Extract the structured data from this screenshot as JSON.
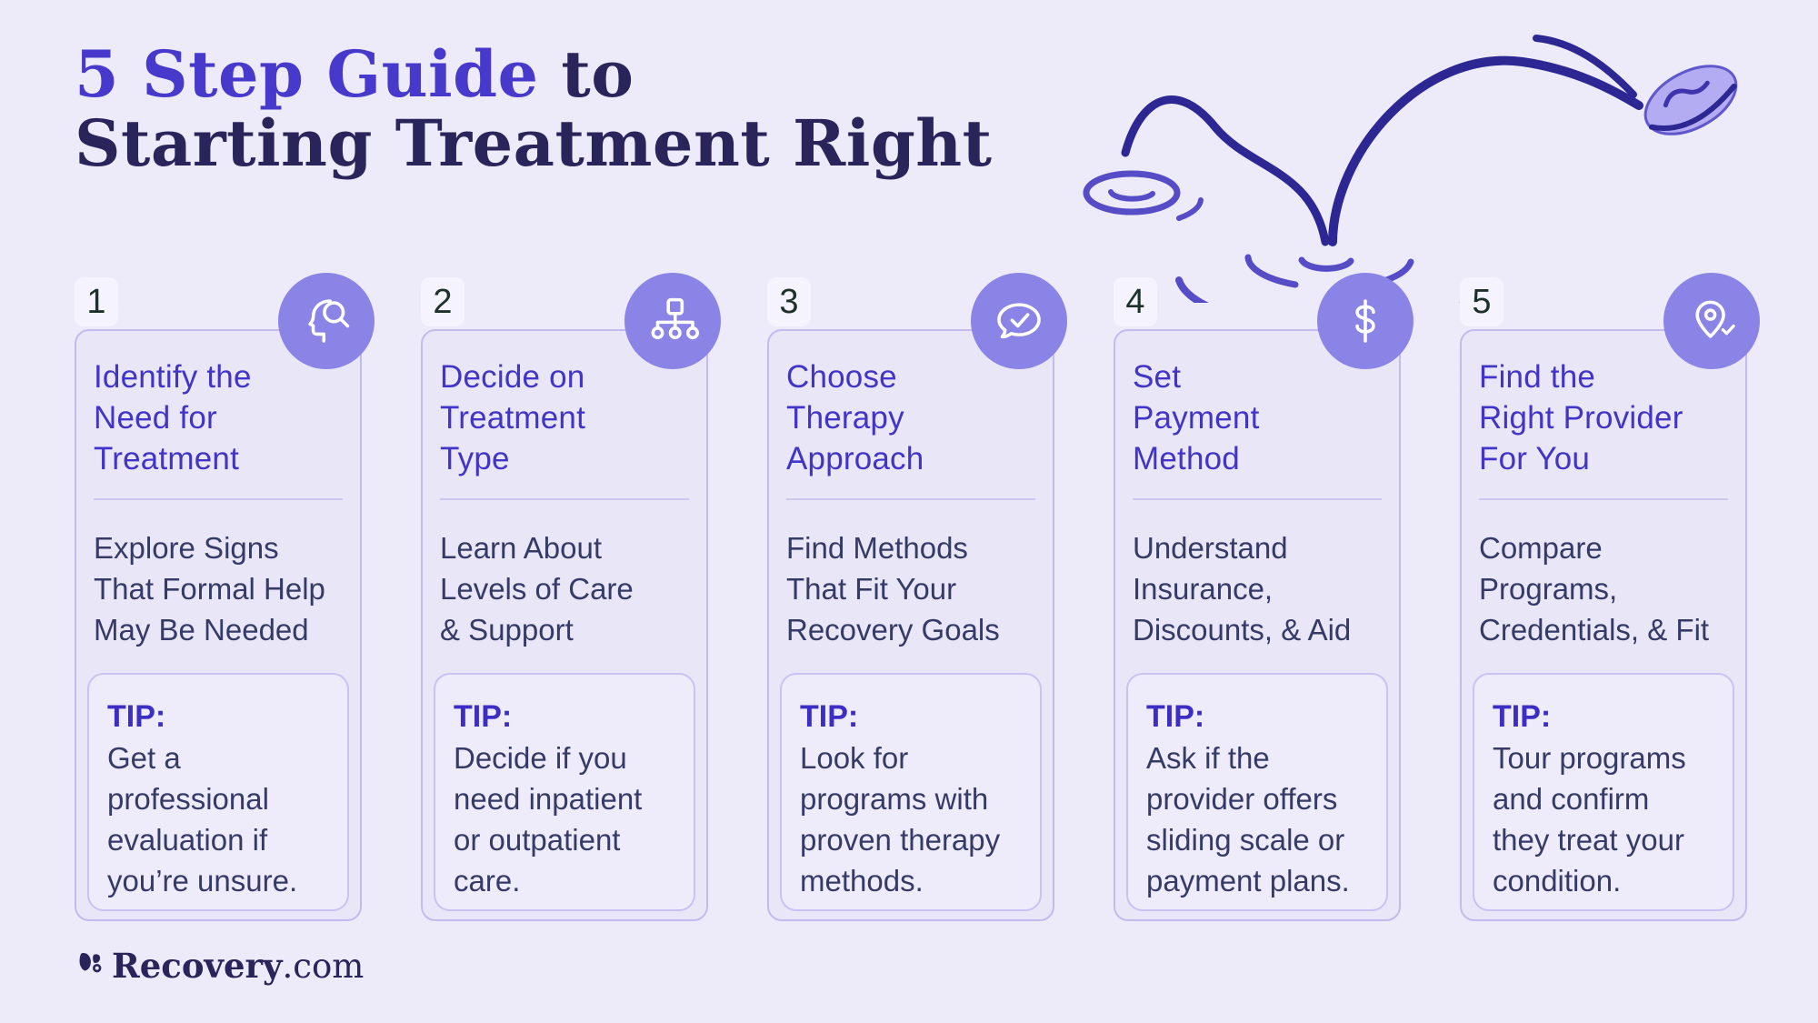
{
  "header": {
    "title_highlight": "5 Step Guide",
    "title_rest": " to",
    "title_line2": "Starting Treatment Right"
  },
  "footer": {
    "brand": "Recovery",
    "brand_tld": ".com"
  },
  "colors": {
    "background": "#edeafa",
    "accent_indigo": "#4639cb",
    "navy": "#29245a",
    "step_title_purple": "#4134c6",
    "body_slate": "#353b66",
    "tip_label_purple": "#3c2ec2",
    "number_dark_green": "#1c3129",
    "icon_circle_purple": "#8b84e7",
    "card_background": "#e9e6f8",
    "card_border": "#c3bbee",
    "illustration_dark": "#2d2793",
    "illustration_ripple": "#554cc6",
    "stone_fill": "#b3acf2"
  },
  "steps": [
    {
      "number": "1",
      "icon": "head-magnifier",
      "title": "Identify the\nNeed for\nTreatment",
      "description": "Explore Signs\nThat Formal Help\nMay Be Needed",
      "tip_label": "TIP:",
      "tip_text": "Get a\nprofessional\nevaluation if\nyou’re unsure."
    },
    {
      "number": "2",
      "icon": "care-levels-hierarchy",
      "title": "Decide on\nTreatment\nType",
      "description": "Learn About\nLevels of Care\n& Support",
      "tip_label": "TIP:",
      "tip_text": "Decide if you\nneed inpatient\nor outpatient\ncare."
    },
    {
      "number": "3",
      "icon": "speech-bubble-check",
      "title": "Choose\nTherapy\nApproach",
      "description": "Find Methods\nThat Fit Your\nRecovery Goals",
      "tip_label": "TIP:",
      "tip_text": "Look for\nprograms with\nproven therapy\nmethods."
    },
    {
      "number": "4",
      "icon": "dollar-sign",
      "title": "Set\nPayment\nMethod",
      "description": "Understand\nInsurance,\nDiscounts, & Aid",
      "tip_label": "TIP:",
      "tip_text": "Ask if the\nprovider offers\nsliding scale or\npayment plans."
    },
    {
      "number": "5",
      "icon": "location-pin-check",
      "title": "Find the\nRight Provider\nFor You",
      "description": "Compare\nPrograms,\nCredentials, & Fit",
      "tip_label": "TIP:",
      "tip_text": "Tour programs\nand confirm\nthey treat your\ncondition."
    }
  ]
}
